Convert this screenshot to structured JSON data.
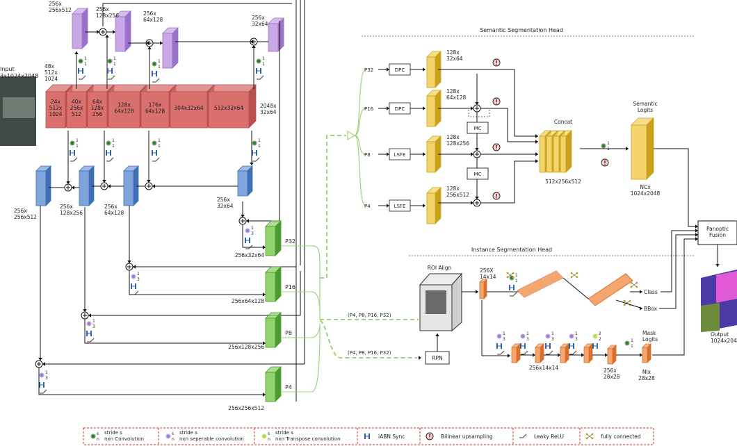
{
  "colors": {
    "encoder": "#d9706e",
    "encoder_dark": "#b8504e",
    "blue": "#7ea6dc",
    "blue_dark": "#3f6fb5",
    "purple": "#c8a8e6",
    "purple_dark": "#9a72c8",
    "green": "#8fd36a",
    "green_dark": "#4e9a32",
    "yellow": "#f4d36a",
    "yellow_dark": "#c9a21c",
    "orange": "#f5a56e",
    "orange_dark": "#d8702c",
    "legend_border": "#c0392b",
    "dashed_green": "#9bd47c"
  },
  "input": {
    "label1": "Input",
    "label2": "3x1024x2048"
  },
  "encoder_blocks": [
    {
      "id": "e1",
      "text": [
        "24x",
        "512x",
        "1024"
      ]
    },
    {
      "id": "e2",
      "text": [
        "40x",
        "256x",
        "512"
      ]
    },
    {
      "id": "e3",
      "text": [
        "64x",
        "128x",
        "256"
      ]
    },
    {
      "id": "e4",
      "text": [
        "128x",
        "64x128"
      ]
    },
    {
      "id": "e5",
      "text": [
        "176x",
        "64x128"
      ]
    },
    {
      "id": "e6",
      "text": [
        "304x32x64"
      ]
    },
    {
      "id": "e7",
      "text": [
        "512x32x64"
      ]
    }
  ],
  "encoder_top_label": [
    "48x",
    "512x",
    "1024"
  ],
  "encoder_right_label": [
    "2048x",
    "32x64"
  ],
  "purple_labels": [
    [
      "256x",
      "256x512"
    ],
    [
      "256x",
      "128x256"
    ],
    [
      "256x",
      "64x128"
    ],
    [
      "256x",
      "32x64"
    ]
  ],
  "blue_labels": [
    [
      "256x",
      "256x512"
    ],
    [
      "256x",
      "128x256"
    ],
    [
      "256x",
      "64x128"
    ],
    [
      "256x",
      "32x64"
    ]
  ],
  "conv_tags": {
    "s1": "1",
    "n1": "1",
    "s3": "1",
    "n3": "3"
  },
  "green_outputs": [
    {
      "name": "P32",
      "size": "256x32x64"
    },
    {
      "name": "P16",
      "size": "256x64x128"
    },
    {
      "name": "P8",
      "size": "256x128x256"
    },
    {
      "name": "P4",
      "size": "256x256x512"
    }
  ],
  "semantic": {
    "title": "Semantic Segmentation Head",
    "inputs": [
      "P32",
      "P16",
      "P8",
      "P4"
    ],
    "modules": [
      "DPC",
      "DPC",
      "LSFE",
      "LSFE"
    ],
    "yellow_labels": [
      [
        "128x",
        "32x64"
      ],
      [
        "128x",
        "64x128"
      ],
      [
        "128x",
        "128x256"
      ],
      [
        "128x",
        "256x512"
      ]
    ],
    "mc": "MC",
    "concat": "Concat",
    "concat_size": "512x256x512",
    "logits": [
      "Semantic",
      "Logits"
    ],
    "logits_size": [
      "NCx",
      "1024x2048"
    ]
  },
  "instance": {
    "title": "Instance Segmentation Head",
    "roi": "ROI Align",
    "rpn": "RPN",
    "roi_input": "(P4, P8, P16, P32)",
    "rpn_input": "(P4, P8, P16, P32)",
    "feat": [
      "256X",
      "14x14"
    ],
    "mask_feat": "256x14x14",
    "mask_feat2": [
      "256x",
      "28x28"
    ],
    "mask_logits": [
      "Mask",
      "Logits"
    ],
    "mask_size": [
      "NIx",
      "28x28"
    ],
    "class": "Class",
    "bbox": "BBox"
  },
  "fusion": [
    "Panoptic",
    "Fusion"
  ],
  "output": [
    "Output",
    "1024x2048"
  ],
  "legend": [
    {
      "icon": "conv",
      "sup": "s",
      "sub": "n",
      "text": [
        "stride s",
        "nxn Convolution"
      ]
    },
    {
      "icon": "sep",
      "sup": "s",
      "sub": "n",
      "text": [
        "stride s",
        "nxn seperable convolution"
      ]
    },
    {
      "icon": "tconv",
      "sup": "s",
      "sub": "n",
      "text": [
        "stride s",
        "nxn Transpose convolution"
      ]
    },
    {
      "icon": "iabn",
      "text": [
        "iABN Sync"
      ]
    },
    {
      "icon": "bilinear",
      "text": [
        "Bilinear upsampling"
      ]
    },
    {
      "icon": "relu",
      "text": [
        "Leaky ReLU"
      ]
    },
    {
      "icon": "fc",
      "text": [
        "fully connected"
      ]
    }
  ]
}
